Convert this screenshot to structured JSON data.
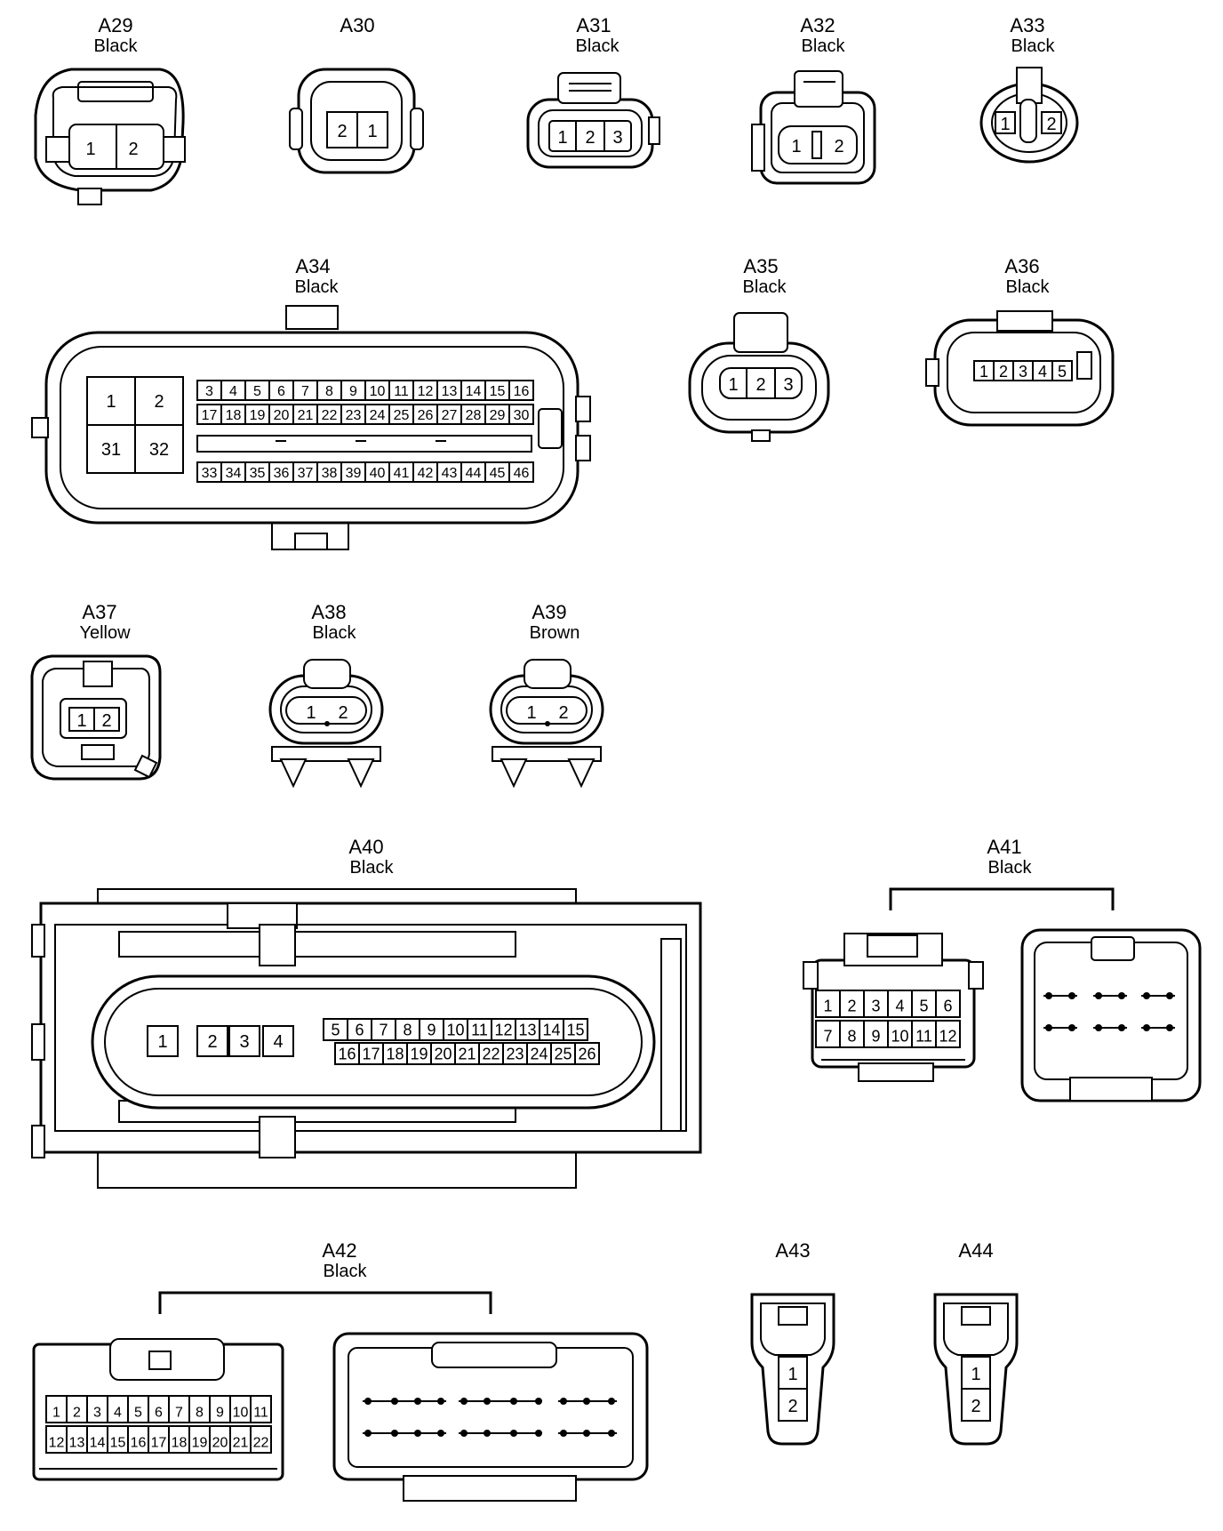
{
  "connectors": {
    "a29": {
      "id": "A29",
      "color": "Black",
      "pins": [
        "1",
        "2"
      ]
    },
    "a30": {
      "id": "A30",
      "pins": [
        "2",
        "1"
      ]
    },
    "a31": {
      "id": "A31",
      "color": "Black",
      "pins": [
        "1",
        "2",
        "3"
      ]
    },
    "a32": {
      "id": "A32",
      "color": "Black",
      "pins": [
        "1",
        "2"
      ]
    },
    "a33": {
      "id": "A33",
      "color": "Black",
      "pins": [
        "1",
        "2"
      ]
    },
    "a34": {
      "id": "A34",
      "color": "Black",
      "pins_large": [
        "1",
        "2",
        "31",
        "32"
      ],
      "row1": [
        "3",
        "4",
        "5",
        "6",
        "7",
        "8",
        "9",
        "10",
        "11",
        "12",
        "13",
        "14",
        "15",
        "16"
      ],
      "row2": [
        "17",
        "18",
        "19",
        "20",
        "21",
        "22",
        "23",
        "24",
        "25",
        "26",
        "27",
        "28",
        "29",
        "30"
      ],
      "row3": [
        "33",
        "34",
        "35",
        "36",
        "37",
        "38",
        "39",
        "40",
        "41",
        "42",
        "43",
        "44",
        "45",
        "46"
      ]
    },
    "a35": {
      "id": "A35",
      "color": "Black",
      "pins": [
        "1",
        "2",
        "3"
      ]
    },
    "a36": {
      "id": "A36",
      "color": "Black",
      "pins": [
        "1",
        "2",
        "3",
        "4",
        "5"
      ]
    },
    "a37": {
      "id": "A37",
      "color": "Yellow",
      "pins": [
        "1",
        "2"
      ]
    },
    "a38": {
      "id": "A38",
      "color": "Black",
      "pins": [
        "1",
        "2"
      ]
    },
    "a39": {
      "id": "A39",
      "color": "Brown",
      "pins": [
        "1",
        "2"
      ]
    },
    "a40": {
      "id": "A40",
      "color": "Black",
      "pins_large": [
        "1",
        "2",
        "3",
        "4"
      ],
      "row1": [
        "5",
        "6",
        "7",
        "8",
        "9",
        "10",
        "11",
        "12",
        "13",
        "14",
        "15"
      ],
      "row2": [
        "16",
        "17",
        "18",
        "19",
        "20",
        "21",
        "22",
        "23",
        "24",
        "25",
        "26"
      ]
    },
    "a41": {
      "id": "A41",
      "color": "Black",
      "row1": [
        "1",
        "2",
        "3",
        "4",
        "5",
        "6"
      ],
      "row2": [
        "7",
        "8",
        "9",
        "10",
        "11",
        "12"
      ]
    },
    "a42": {
      "id": "A42",
      "color": "Black",
      "row1": [
        "1",
        "2",
        "3",
        "4",
        "5",
        "6",
        "7",
        "8",
        "9",
        "10",
        "11"
      ],
      "row2": [
        "12",
        "13",
        "14",
        "15",
        "16",
        "17",
        "18",
        "19",
        "20",
        "21",
        "22"
      ]
    },
    "a43": {
      "id": "A43",
      "pins": [
        "1",
        "2"
      ]
    },
    "a44": {
      "id": "A44",
      "pins": [
        "1",
        "2"
      ]
    }
  }
}
